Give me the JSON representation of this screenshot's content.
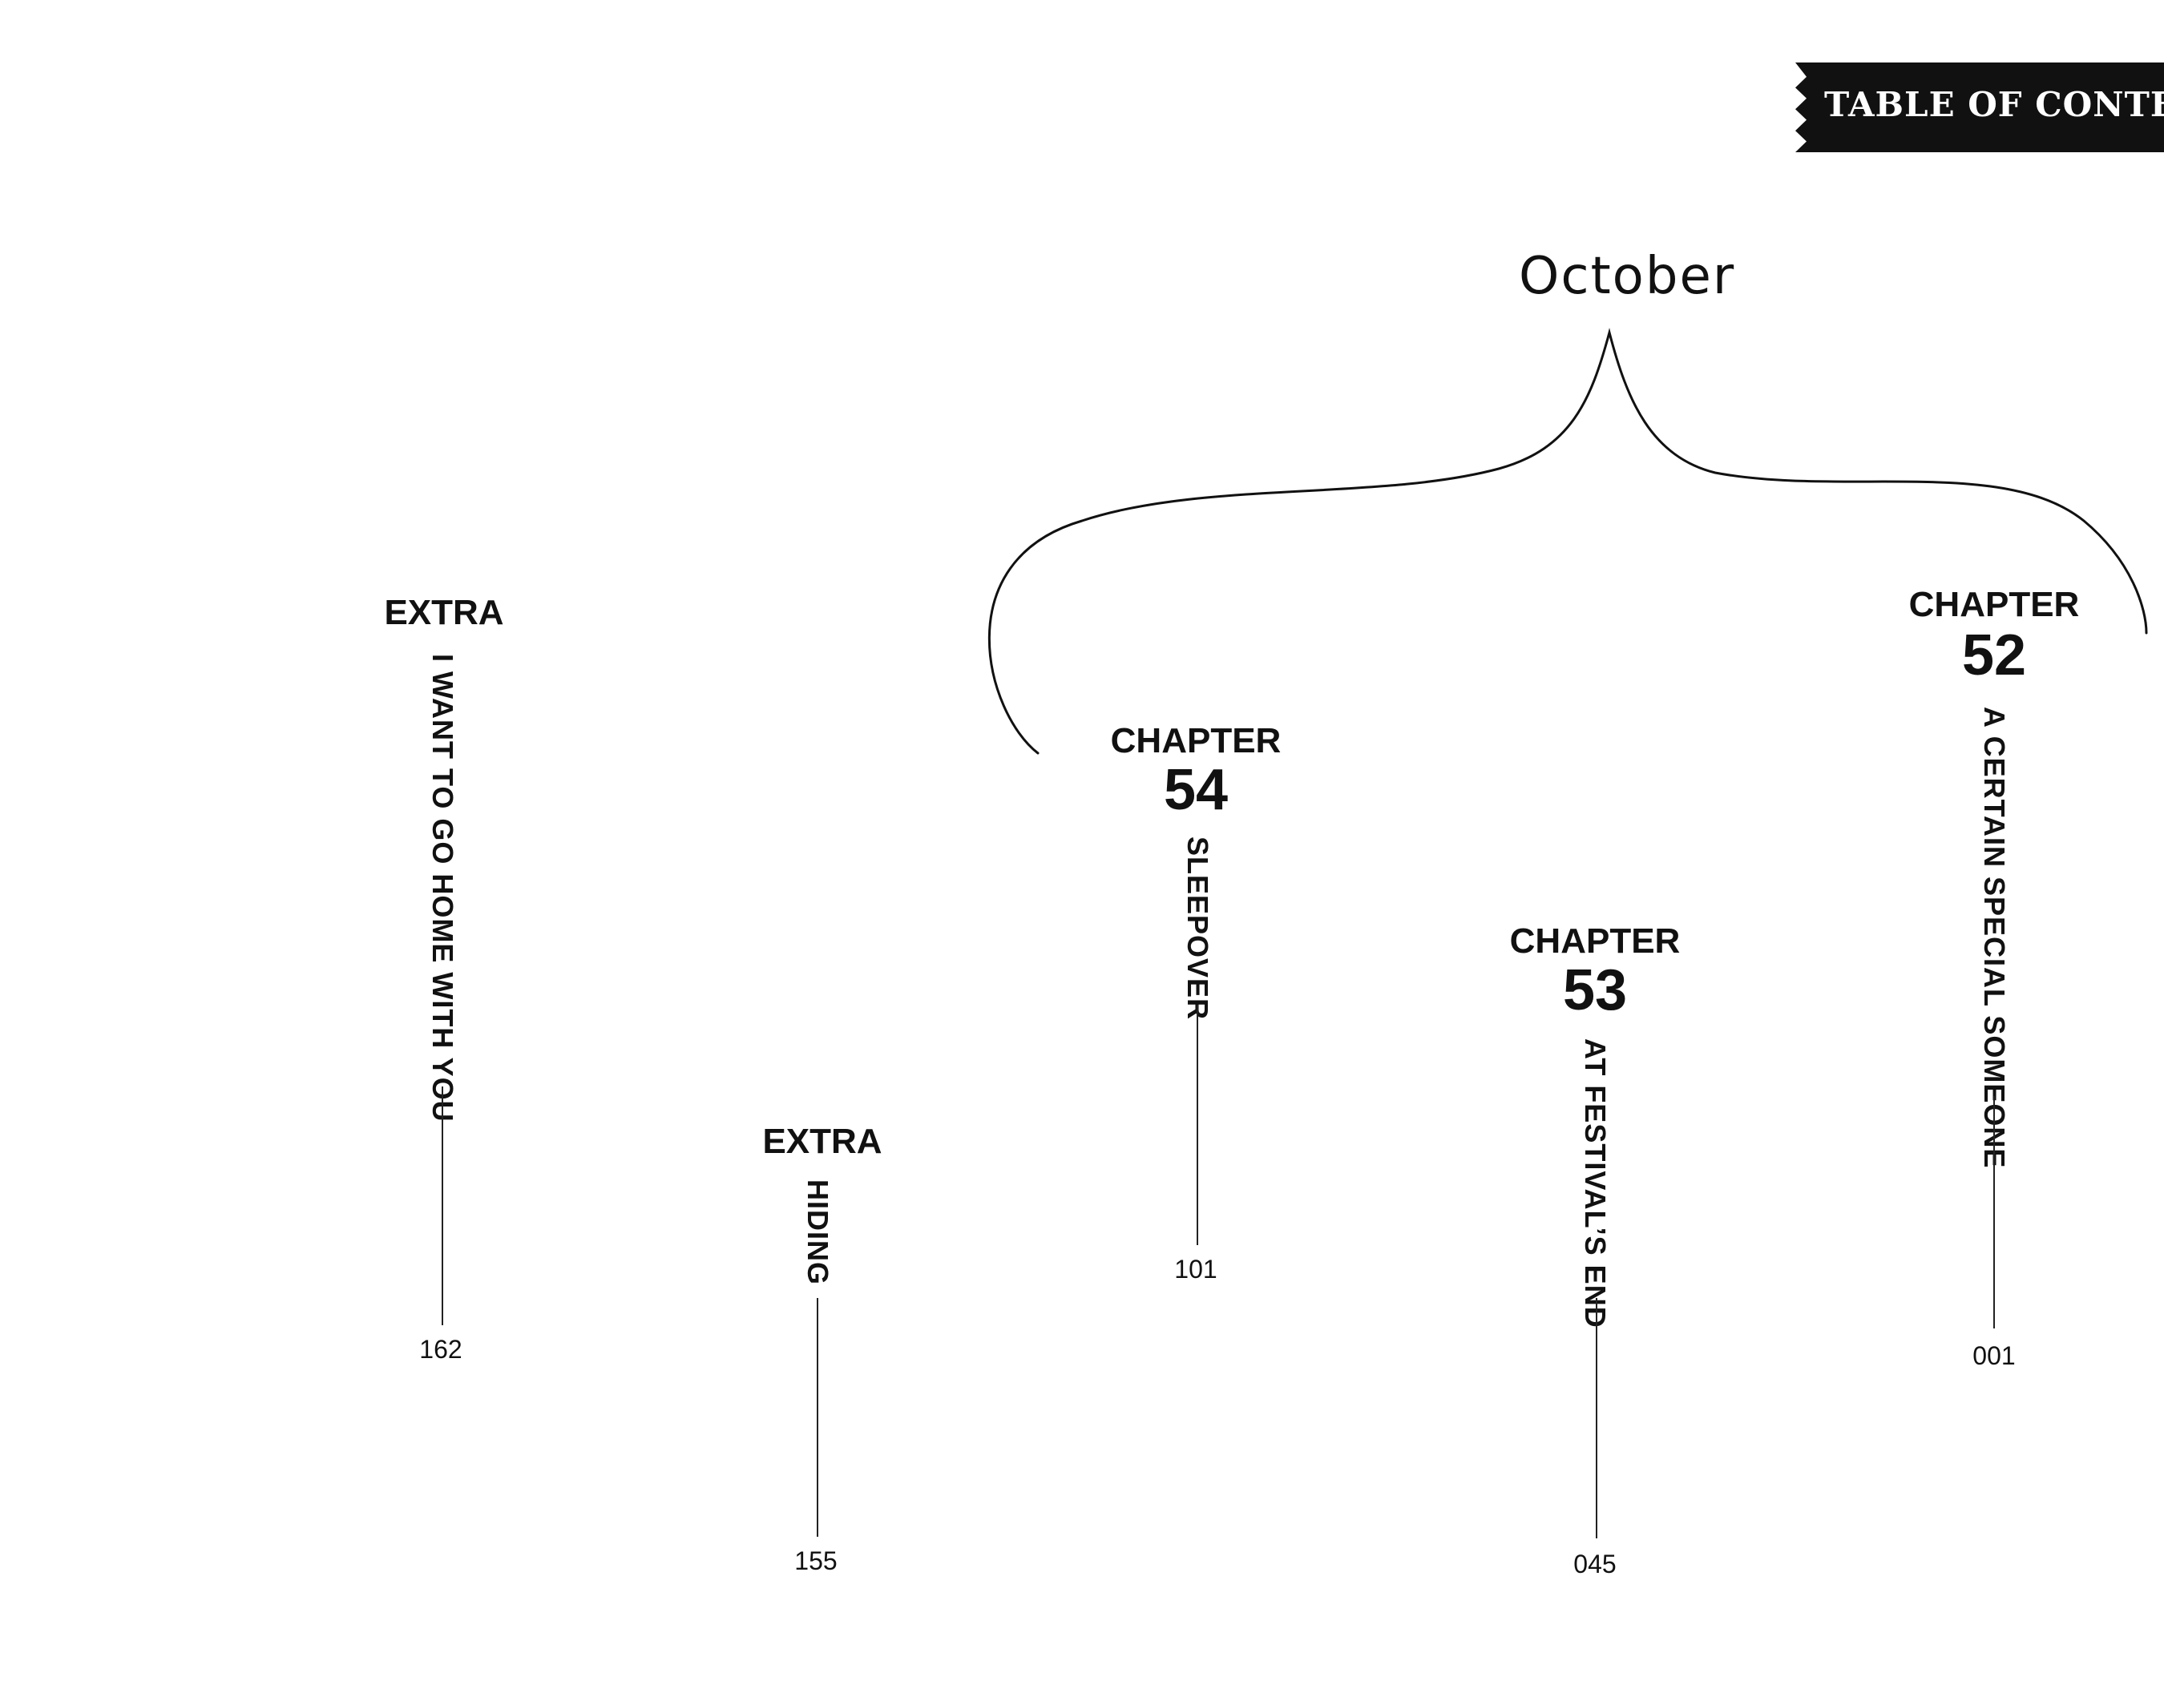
{
  "header": {
    "banner_title": "TABLE OF CONTENTS"
  },
  "month": "October",
  "entries": [
    {
      "kind": "CHAPTER",
      "number": "52",
      "title": "A CERTAIN SPECIAL SOMEONE",
      "page": "001"
    },
    {
      "kind": "CHAPTER",
      "number": "53",
      "title": "AT FESTIVAL’S END",
      "page": "045"
    },
    {
      "kind": "CHAPTER",
      "number": "54",
      "title": "SLEEPOVER",
      "page": "101"
    },
    {
      "kind": "EXTRA",
      "number": "",
      "title": "HIDING",
      "page": "155"
    },
    {
      "kind": "EXTRA",
      "number": "",
      "title": "I WANT TO GO HOME WITH YOU",
      "page": "162"
    }
  ]
}
